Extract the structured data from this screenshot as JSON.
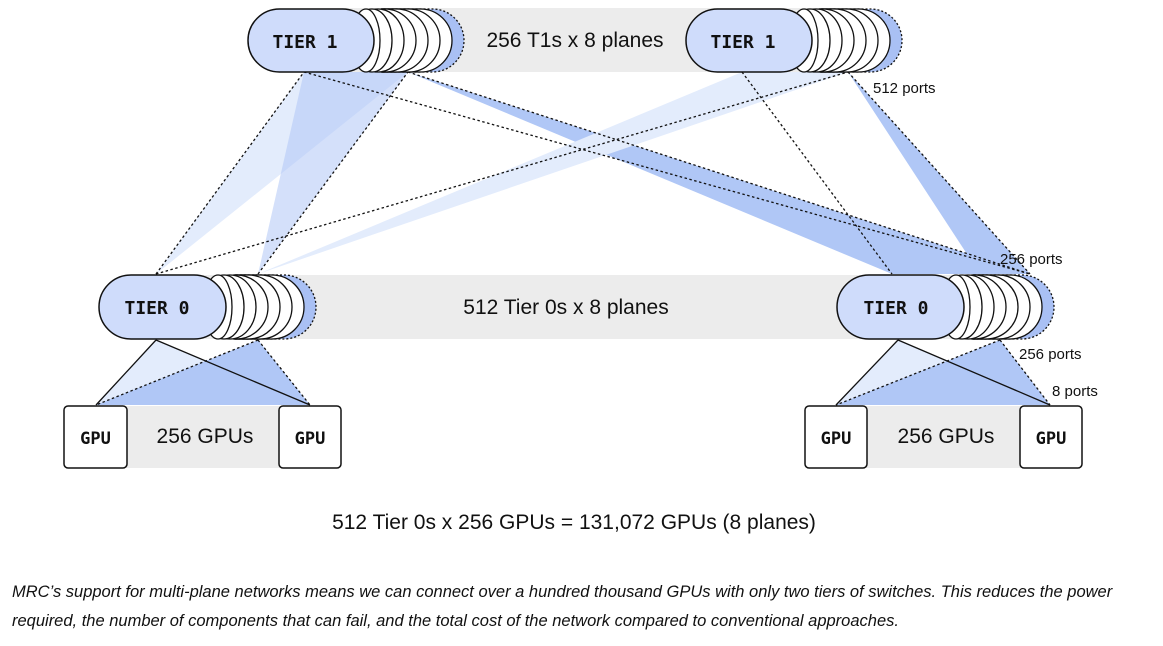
{
  "diagram": {
    "tier1": {
      "left_label": "TIER 1",
      "right_label": "TIER 1",
      "band_label": "256 T1s x 8 planes",
      "ports_label": "512 ports"
    },
    "tier0": {
      "left_label": "TIER 0",
      "right_label": "TIER 0",
      "band_label": "512 Tier 0s x 8 planes",
      "uplink_ports_label": "256 ports",
      "downlink_ports_label": "256 ports"
    },
    "gpus": {
      "left_band_label": "256 GPUs",
      "right_band_label": "256 GPUs",
      "box_label": "GPU",
      "ports_label": "8 ports"
    },
    "equation": "512 Tier 0s x 256 GPUs = 131,072 GPUs (8 planes)",
    "colors": {
      "switch_fill": "#cfdcfb",
      "switch_back_fill": "#a9c0f4",
      "light_fan": "#e3ecfc",
      "dark_fan": "#b0c7f6",
      "band": "#ececec",
      "stroke": "#111111"
    }
  },
  "caption": "MRC’s support for multi-plane networks means we can connect over a hundred thousand GPUs with only two tiers of switches. This reduces the power required, the number of components that can fail, and the total cost of the network compared to conventional approaches."
}
